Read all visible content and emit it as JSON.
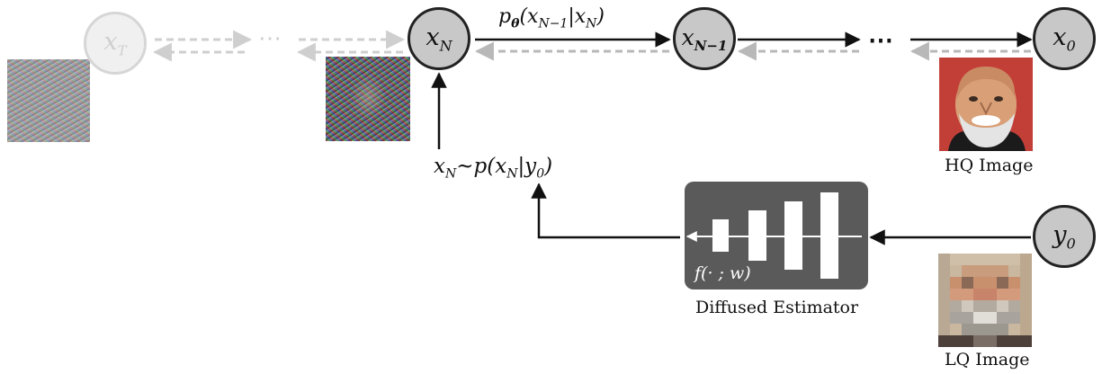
{
  "nodes": {
    "x_T": "x",
    "x_T_sub": "T",
    "x_N": "x",
    "x_N_sub": "N",
    "x_N_minus_1": "x",
    "x_N_minus_1_sub": "N−1",
    "x_0": "x",
    "x_0_sub": "0",
    "y_0": "y",
    "y_0_sub": "0"
  },
  "labels": {
    "faded_dots": "⋯",
    "dots": "⋯",
    "transition": "p",
    "transition_theta": "θ",
    "transition_args": "(x",
    "transition_sub1": "N−1",
    "transition_mid": "|x",
    "transition_sub2": "N",
    "transition_close": ")",
    "sampling_lhs": "x",
    "sampling_lhs_sub": "N",
    "sampling_rest": "~p(x",
    "sampling_sub2": "N",
    "sampling_mid": "|y",
    "sampling_sub3": "0",
    "sampling_close": ")",
    "estimator_fn": "f(· ; w)",
    "estimator_caption": "Diffused Estimator",
    "hq_caption": "HQ Image",
    "lq_caption": "LQ Image"
  }
}
